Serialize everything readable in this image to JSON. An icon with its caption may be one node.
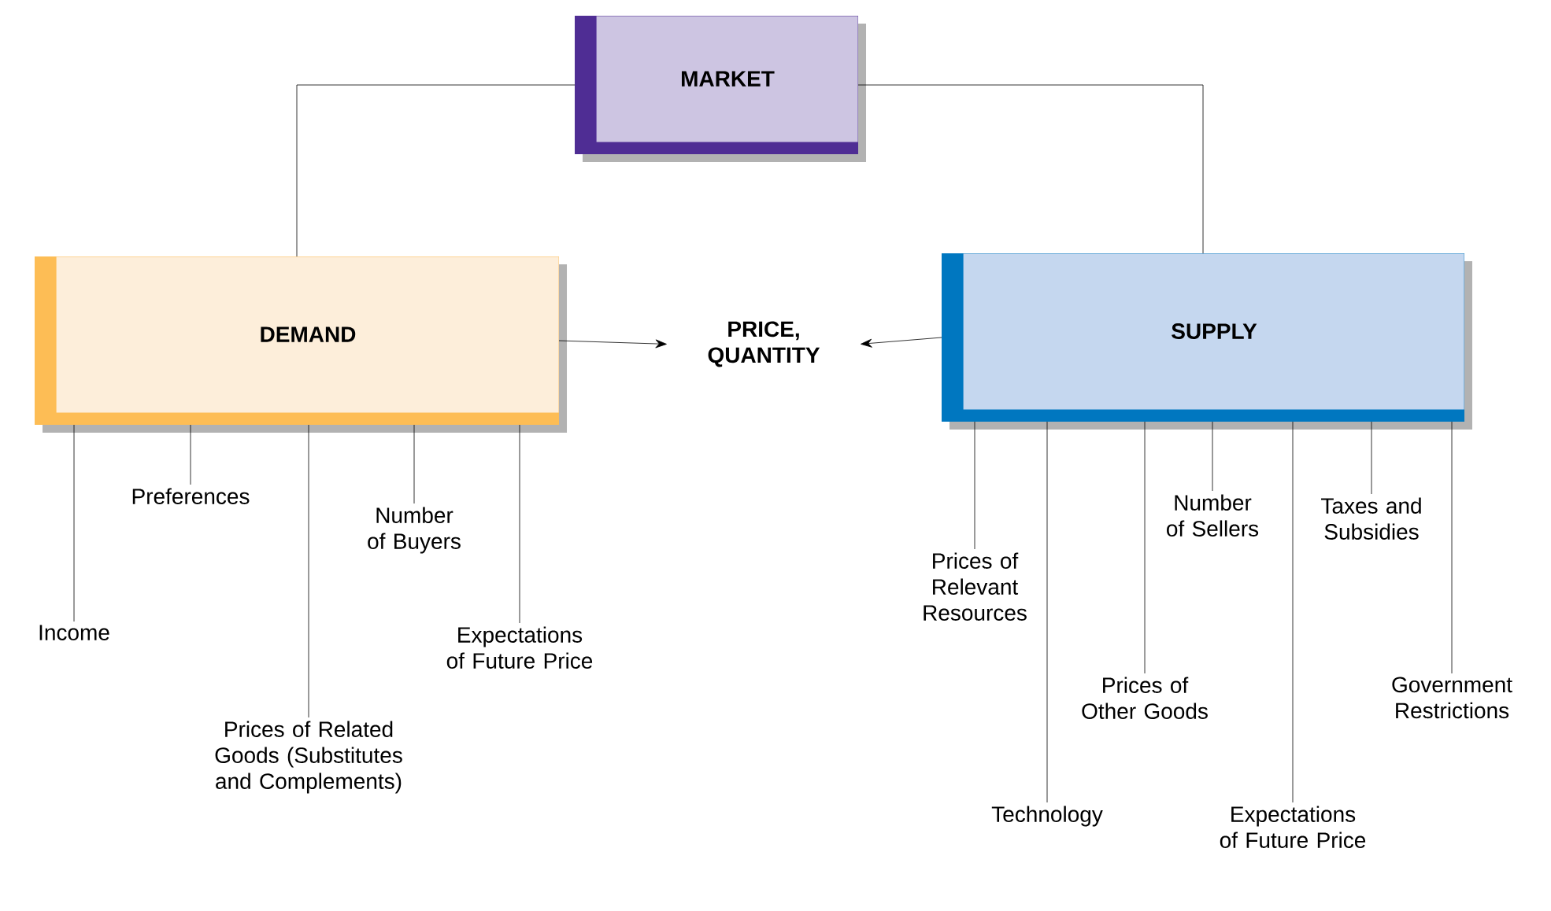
{
  "diagram": {
    "nodes": [
      {
        "text": [
          "MARKET"
        ]
      },
      {
        "text": [
          "DEMAND"
        ]
      },
      {
        "text": [
          "PRICE, QUANTITY"
        ]
      },
      {
        "text": [
          "SUPPLY"
        ]
      },
      {
        "text": [
          "Income"
        ]
      },
      {
        "text": [
          "Preferences"
        ]
      },
      {
        "text": [
          "Prices of Related Goods (Substitutes and Complements)"
        ]
      },
      {
        "text": [
          "Number of Buyers"
        ]
      },
      {
        "text": [
          "Expectations of Future Price"
        ]
      },
      {
        "text": [
          "Prices of Relevant Resources"
        ]
      },
      {
        "text": [
          "Technology"
        ]
      },
      {
        "text": [
          "Prices of Other Goods"
        ]
      },
      {
        "text": [
          "Number of Sellers"
        ]
      },
      {
        "text": [
          "Expectations of Future Price"
        ]
      },
      {
        "text": [
          "Taxes and Subsidies"
        ]
      },
      {
        "text": [
          "Government Restrictions"
        ]
      }
    ],
    "edges": [
      {
        "from": 0,
        "to": 1,
        "arrow": "none"
      },
      {
        "from": 0,
        "to": 3,
        "arrow": "none"
      },
      {
        "from": 1,
        "to": 2,
        "arrow": "to"
      },
      {
        "from": 3,
        "to": 2,
        "arrow": "to"
      },
      {
        "from": 1,
        "to": 4,
        "arrow": "none"
      },
      {
        "from": 1,
        "to": 5,
        "arrow": "none"
      },
      {
        "from": 1,
        "to": 6,
        "arrow": "none"
      },
      {
        "from": 1,
        "to": 7,
        "arrow": "none"
      },
      {
        "from": 1,
        "to": 8,
        "arrow": "none"
      },
      {
        "from": 3,
        "to": 9,
        "arrow": "none"
      },
      {
        "from": 3,
        "to": 10,
        "arrow": "none"
      },
      {
        "from": 3,
        "to": 11,
        "arrow": "none"
      },
      {
        "from": 3,
        "to": 12,
        "arrow": "none"
      },
      {
        "from": 3,
        "to": 13,
        "arrow": "none"
      },
      {
        "from": 3,
        "to": 14,
        "arrow": "none"
      },
      {
        "from": 3,
        "to": 15,
        "arrow": "none"
      }
    ]
  }
}
